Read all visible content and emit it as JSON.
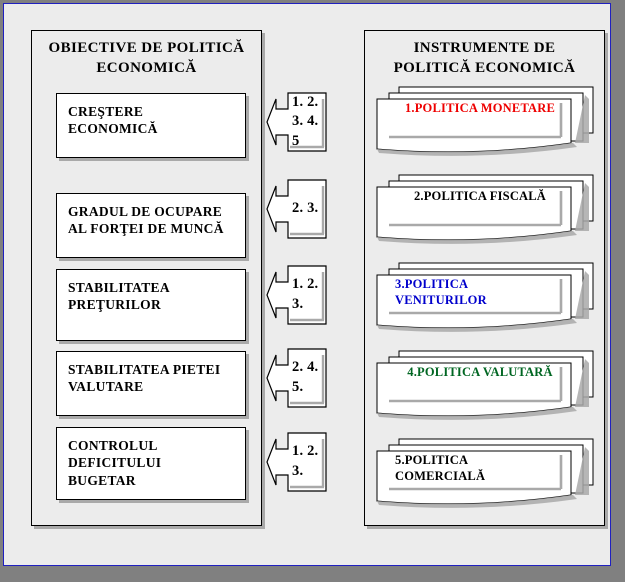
{
  "diagram": {
    "colors": {
      "outer_border": "#2020c0",
      "background": "#ececec",
      "shadow": "#a9a9a9",
      "box_fill": "#ffffff",
      "text_default": "#000000",
      "accent_red": "#ee0000",
      "accent_blue": "#0000cc",
      "accent_green": "#006622"
    },
    "left_panel": {
      "title": "OBIECTIVE DE POLITICĂ\nECONOMICĂ",
      "items": [
        {
          "label": "CREŞTERE\nECONOMICĂ"
        },
        {
          "label": "GRADUL DE OCUPARE\nAL FORŢEI DE MUNCĂ"
        },
        {
          "label": "STABILITATEA\nPREŢURILOR"
        },
        {
          "label": "STABILITATEA PIETEI\nVALUTARE"
        },
        {
          "label": "CONTROLUL\nDEFICITULUI\nBUGETAR"
        }
      ]
    },
    "connectors": [
      {
        "label": "1. 2.\n3. 4. 5"
      },
      {
        "label": "2. 3."
      },
      {
        "label": "1. 2.\n3."
      },
      {
        "label": "2. 4.\n5."
      },
      {
        "label": "1. 2.\n3."
      }
    ],
    "right_panel": {
      "title": "INSTRUMENTE DE\nPOLITICĂ ECONOMICĂ",
      "items": [
        {
          "label": "1.POLITICA MONETARE",
          "color": "#ee0000",
          "align": "center"
        },
        {
          "label": "2.POLITICA FISCALĂ",
          "color": "#000000",
          "align": "center"
        },
        {
          "label": "3.POLITICA\nVENITURILOR",
          "color": "#0000cc",
          "align": "left"
        },
        {
          "label": "4.POLITICA  VALUTARĂ",
          "color": "#006622",
          "align": "center"
        },
        {
          "label": "5.POLITICA\nCOMERCIALĂ",
          "color": "#000000",
          "align": "left"
        }
      ]
    }
  }
}
